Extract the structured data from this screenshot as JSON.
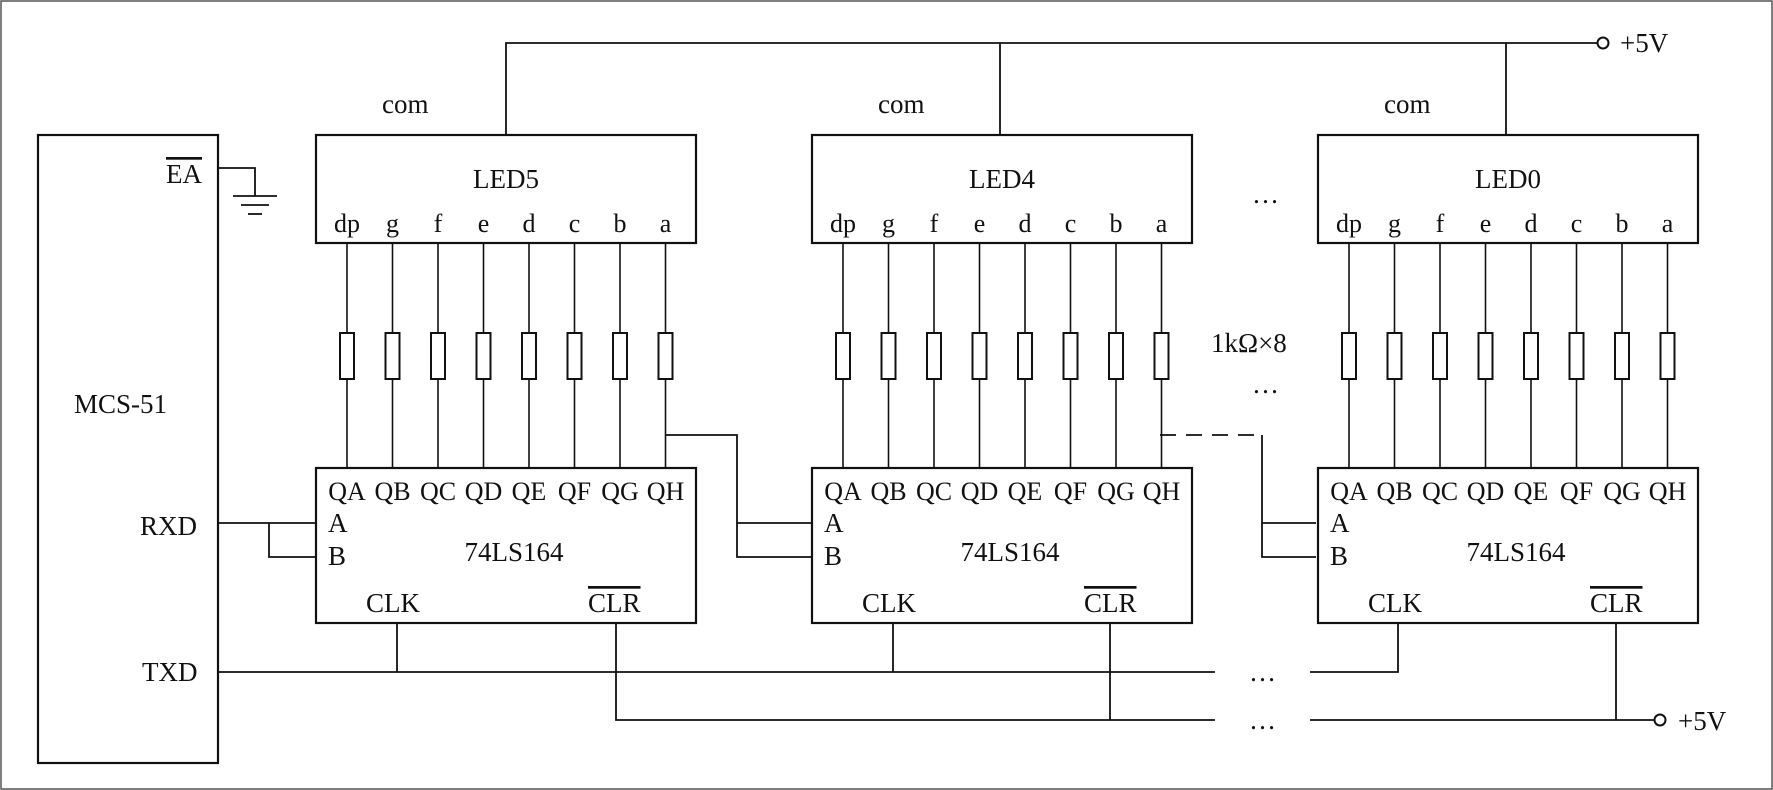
{
  "mcu": {
    "name": "MCS-51",
    "ea": "EA",
    "rxd": "RXD",
    "txd": "TXD"
  },
  "supply_label": "+5V",
  "com_label": "com",
  "segments": [
    "dp",
    "g",
    "f",
    "e",
    "d",
    "c",
    "b",
    "a"
  ],
  "outputs": [
    "QA",
    "QB",
    "QC",
    "QD",
    "QE",
    "QF",
    "QG",
    "QH"
  ],
  "inputs": [
    "A",
    "B"
  ],
  "register": {
    "name": "74LS164",
    "clk": "CLK",
    "clr": "CLR"
  },
  "stages": [
    {
      "led": "LED5"
    },
    {
      "led": "LED4"
    },
    {
      "led": "LED0"
    }
  ],
  "resistor_note": "1kΩ×8",
  "ellipsis": "…"
}
